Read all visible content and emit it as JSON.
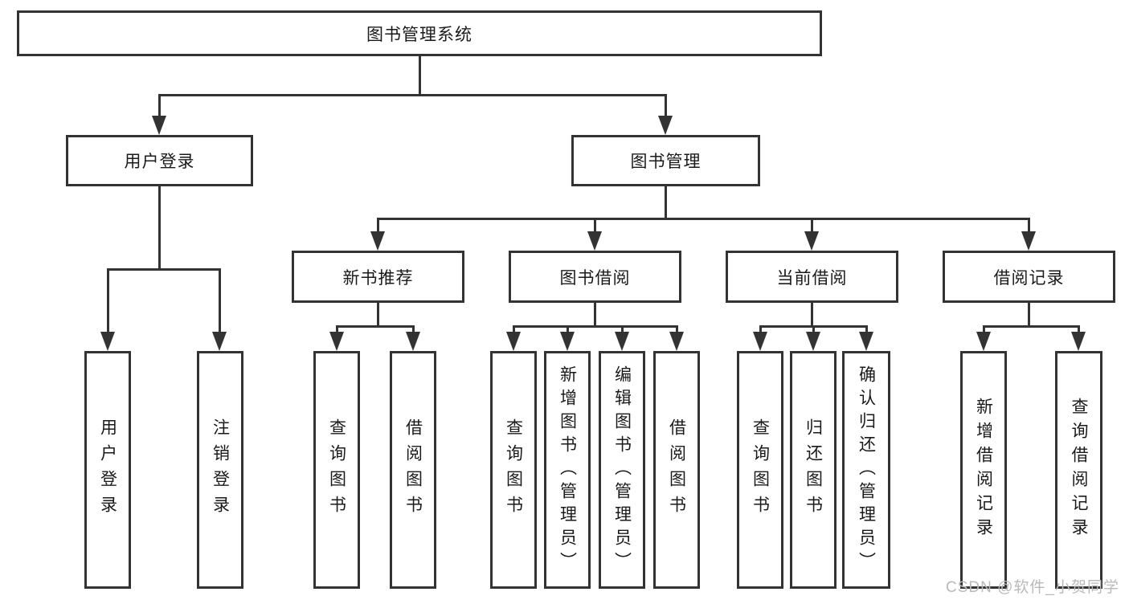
{
  "root": {
    "label": "图书管理系统"
  },
  "level2": [
    {
      "label": "用户登录",
      "children": [
        {
          "label": "用户登录"
        },
        {
          "label": "注销登录"
        }
      ]
    },
    {
      "label": "图书管理",
      "subsections": [
        {
          "label": "新书推荐",
          "children": [
            {
              "label": "查询图书"
            },
            {
              "label": "借阅图书"
            }
          ]
        },
        {
          "label": "图书借阅",
          "children": [
            {
              "label": "查询图书"
            },
            {
              "label": "新增图书（管理员）"
            },
            {
              "label": "编辑图书（管理员）"
            },
            {
              "label": "借阅图书"
            }
          ]
        },
        {
          "label": "当前借阅",
          "children": [
            {
              "label": "查询图书"
            },
            {
              "label": "归还图书"
            },
            {
              "label": "确认归还（管理员）"
            }
          ]
        },
        {
          "label": "借阅记录",
          "children": [
            {
              "label": "新增借阅记录"
            },
            {
              "label": "查询借阅记录"
            }
          ]
        }
      ]
    }
  ],
  "watermark": "CSDN @软件_小贺同学",
  "colors": {
    "line": "#333333",
    "text": "#1a1a1a",
    "watermark": "#b9b9b9",
    "background": "#ffffff"
  }
}
